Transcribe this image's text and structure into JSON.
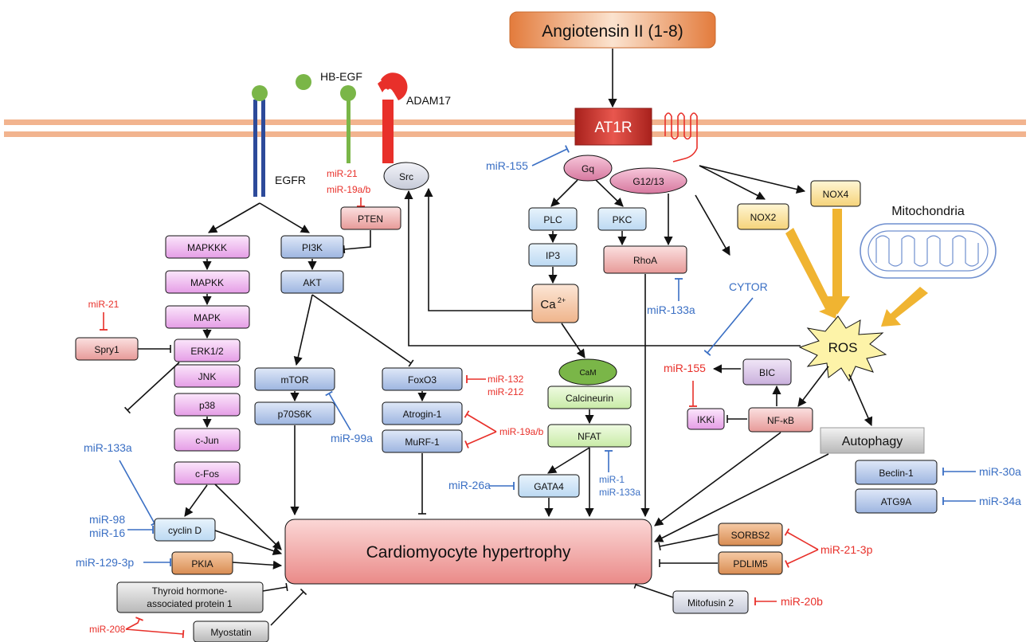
{
  "colors": {
    "membrane": "#f2b48f",
    "blue_inhibitor": "#3a6fc4",
    "red_inhibitor": "#e8302a",
    "egfr": "#2d4a9a",
    "hbegf": "#7ab648",
    "adam17": "#e8302a",
    "ros_arrow": "#f0b431"
  },
  "ligands": {
    "angiotensin": "Angiotensin II (1-8)",
    "hb_egf": "HB-EGF",
    "adam17": "ADAM17",
    "egfr": "EGFR"
  },
  "receptors": {
    "at1r": "AT1R"
  },
  "nodes": {
    "src": "Src",
    "gq": "Gq",
    "g1213": "G12/13",
    "pten": "PTEN",
    "mapkkk": "MAPKKK",
    "mapkk": "MAPKK",
    "mapk": "MAPK",
    "spry1": "Spry1",
    "erk": "ERK1/2",
    "jnk": "JNK",
    "p38": "p38",
    "cjun": "c-Jun",
    "cfos": "c-Fos",
    "cyclind": "cyclin D",
    "pkia": "PKIA",
    "thyroid_line1": "Thyroid hormone-",
    "thyroid_line2": "associated protein 1",
    "myostatin": "Myostatin",
    "pi3k": "PI3K",
    "akt": "AKT",
    "mtor": "mTOR",
    "p70s6k": "p70S6K",
    "foxo3": "FoxO3",
    "atrogin": "Atrogin-1",
    "murf": "MuRF-1",
    "plc": "PLC",
    "ip3": "IP3",
    "pkc": "PKC",
    "rhoa": "RhoA",
    "ca": "Ca",
    "ca_sup": "2+",
    "cam": "CaM",
    "calcineurin": "Calcineurin",
    "nfat": "NFAT",
    "gata4": "GATA4",
    "cytor": "CYTOR",
    "nox2": "NOX2",
    "nox4": "NOX4",
    "mitochondria": "Mitochondria",
    "ros": "ROS",
    "bic": "BIC",
    "ikki": "IKKi",
    "nfkb": "NF-κB",
    "autophagy": "Autophagy",
    "beclin": "Beclin-1",
    "atg9a": "ATG9A",
    "sorbs2": "SORBS2",
    "pdlim5": "PDLIM5",
    "mitofusin": "Mitofusin 2",
    "hypertrophy": "Cardiomyocyte hypertrophy"
  },
  "mirnas": {
    "mir155_gq": "miR-155",
    "mir21_pten": "miR-21",
    "mir19ab_pten": "miR-19a/b",
    "mir21_spry": "miR-21",
    "mir133a_left": "miR-133a",
    "mir98": "miR-98",
    "mir16": "miR-16",
    "mir129": "miR-129-3p",
    "mir208": "miR-208",
    "mir99a": "miR-99a",
    "mir132": "miR-132",
    "mir212": "miR-212",
    "mir19ab_mid": "miR-19a/b",
    "mir26a": "miR-26a",
    "mir1": "miR-1",
    "mir133a_nfat": "miR-133a",
    "mir133a_rhoa": "miR-133a",
    "mir155_red": "miR-155",
    "mir30a": "miR-30a",
    "mir34a": "miR-34a",
    "mir21_3p": "miR-21-3p",
    "mir20b": "miR-20b"
  }
}
